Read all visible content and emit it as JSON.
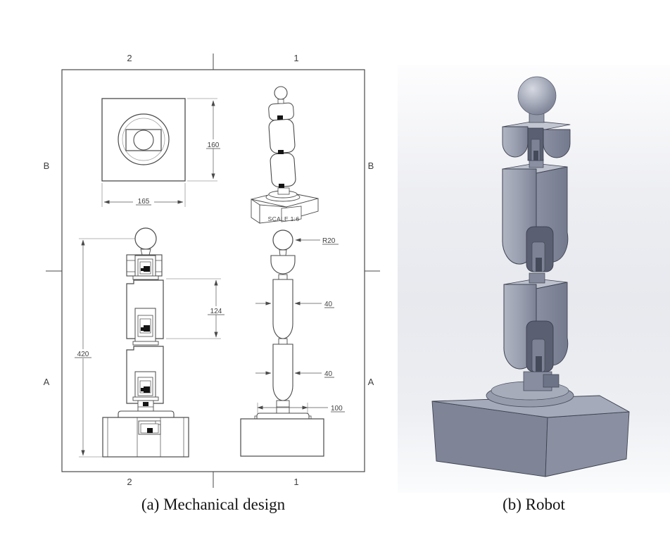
{
  "figure": {
    "panel_a": {
      "caption": "(a) Mechanical design",
      "drawing": {
        "zone_labels": {
          "top": [
            "2",
            "1"
          ],
          "bottom": [
            "2",
            "1"
          ],
          "left": [
            "B",
            "A"
          ],
          "right": [
            "B",
            "A"
          ]
        },
        "scale_note": "SCALE 1:6",
        "dims": {
          "top_view_height": "160",
          "top_view_width": "165",
          "overall_height": "420",
          "link_length": "124",
          "head_radius": "R20",
          "upper_link_width": "40",
          "lower_link_width": "40",
          "platform_width": "100"
        }
      }
    },
    "panel_b": {
      "caption": "(b) Robot"
    },
    "colors": {
      "drawing_line": "#4a4a4a",
      "paper_background": "#ffffff",
      "render_background": "#e9ebf0",
      "robot_gray": "#9aa0b0",
      "pedestal_gray": "#868c9d"
    }
  }
}
